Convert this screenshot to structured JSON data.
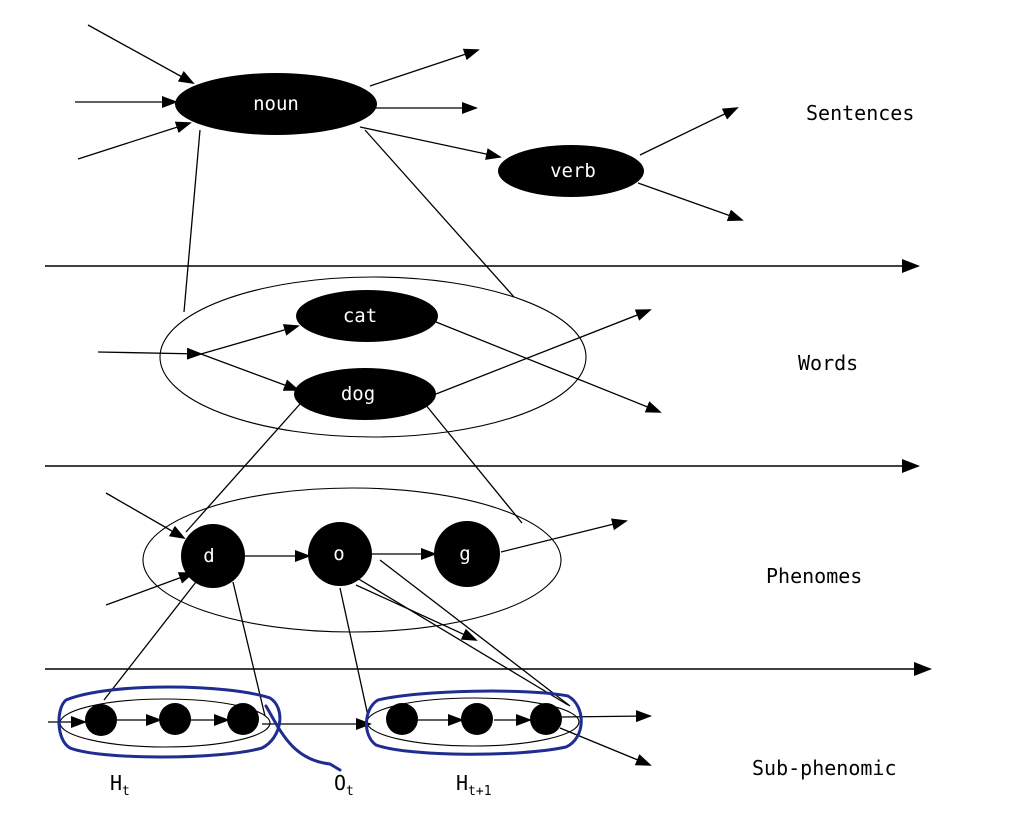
{
  "levels": {
    "sentences": "Sentences",
    "words": "Words",
    "phenomes": "Phenomes",
    "subphenomic": "Sub-phenomic"
  },
  "nodes": {
    "noun": "noun",
    "verb": "verb",
    "cat": "cat",
    "dog": "dog",
    "d": "d",
    "o": "o",
    "g": "g"
  },
  "annotations": {
    "h_t": {
      "base": "H",
      "sub": "t"
    },
    "o_t": {
      "base": "O",
      "sub": "t"
    },
    "h_t1": {
      "base": "H",
      "sub": "t+1"
    }
  },
  "colors": {
    "node_fill": "#000000",
    "node_text": "#ffffff",
    "annotation_ink": "#1e2d8f"
  }
}
